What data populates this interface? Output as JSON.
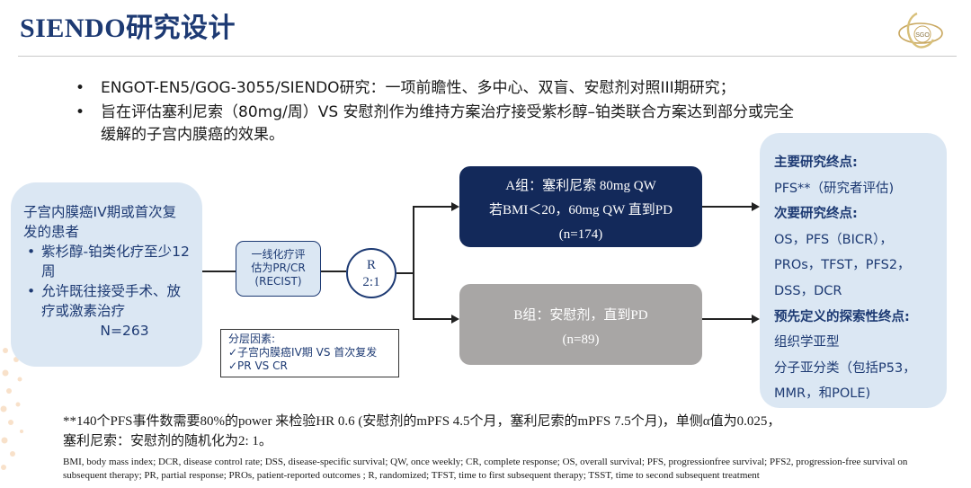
{
  "title": "SIENDO研究设计",
  "logo": {
    "text": "SGO",
    "icon": "sgo-logo-icon"
  },
  "bullets": [
    "ENGOT-EN5/GOG-3055/SIENDO研究：一项前瞻性、多中心、双盲、安慰剂对照III期研究；",
    "旨在评估塞利尼索（80mg/周）VS 安慰剂作为维持方案治疗接受紫杉醇–铂类联合方案达到部分或完全",
    "缓解的子宫内膜癌的效果。"
  ],
  "eligibility": {
    "heading": "子宫内膜癌IV期或首次复发的患者",
    "items": [
      "紫杉醇-铂类化疗至少12周",
      "允许既往接受手术、放疗或激素治疗"
    ],
    "n": "N=263"
  },
  "evaluation": {
    "lines": [
      "一线化疗评",
      "估为PR/CR",
      "(RECIST)"
    ]
  },
  "randomization": {
    "line1": "R",
    "line2": "2:1"
  },
  "group_a": {
    "line1": "A组：塞利尼索 80mg QW",
    "line2": "若BMI＜20，60mg QW 直到PD",
    "line3": "(n=174)"
  },
  "group_b": {
    "line1": "B组：安慰剂，直到PD",
    "line2": "(n=89)"
  },
  "stratification": {
    "title": "分层因素:",
    "items": [
      "✓子宫内膜癌IV期 VS 首次复发",
      "✓PR VS CR"
    ]
  },
  "endpoints": {
    "primary_title": "主要研究终点:",
    "primary": [
      "PFS**（研究者评估)"
    ],
    "secondary_title": "次要研究终点:",
    "secondary": [
      "OS，PFS（BICR），",
      "PROs，TFST，PFS2，",
      "DSS，DCR"
    ],
    "exploratory_title": "预先定义的探索性终点:",
    "exploratory": [
      "组织学亚型",
      "分子亚分类（包括P53，",
      "MMR，和POLE)"
    ]
  },
  "footnote": [
    "**140个PFS事件数需要80%的power 来检验HR 0.6 (安慰剂的mPFS 4.5个月，塞利尼索的mPFS 7.5个月)，单侧α值为0.025，",
    "塞利尼索：安慰剂的随机化为2: 1。"
  ],
  "abbreviations": [
    "BMI, body mass index; DCR, disease control rate; DSS, disease-specific survival; QW, once weekly; CR, complete response; OS, overall survival; PFS, progressionfree survival; PFS2, progression-free survival on",
    "subsequent therapy; PR, partial response; PROs, patient-reported outcomes ; R, randomized; TFST, time to first subsequent therapy; TSST, time to second subsequent treatment"
  ],
  "colors": {
    "navy": "#13295a",
    "text_blue": "#1d3a73",
    "panel": "#dbe7f3",
    "gray_box": "#a8a6a5",
    "logo_gold": "#c9a860"
  }
}
